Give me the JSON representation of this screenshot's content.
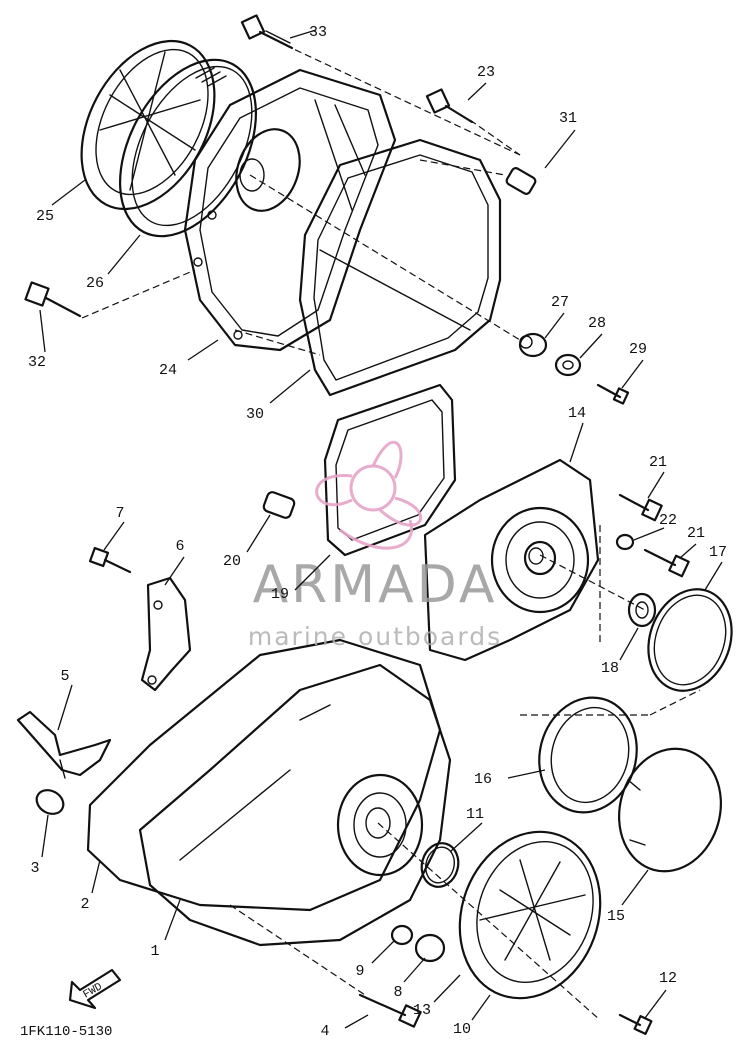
{
  "document_code": "1FK110-5130",
  "direction_arrow_label": "FWD",
  "watermark": {
    "brand": "ARMADA",
    "tagline": "marine outboards",
    "logo_color": "#e7a3c6"
  },
  "parts": [
    {
      "num": "1"
    },
    {
      "num": "2"
    },
    {
      "num": "3"
    },
    {
      "num": "4"
    },
    {
      "num": "5"
    },
    {
      "num": "6"
    },
    {
      "num": "7"
    },
    {
      "num": "8"
    },
    {
      "num": "9"
    },
    {
      "num": "10"
    },
    {
      "num": "11"
    },
    {
      "num": "12"
    },
    {
      "num": "13"
    },
    {
      "num": "14"
    },
    {
      "num": "15"
    },
    {
      "num": "16"
    },
    {
      "num": "17"
    },
    {
      "num": "18"
    },
    {
      "num": "19"
    },
    {
      "num": "20"
    },
    {
      "num": "21"
    },
    {
      "num": "21"
    },
    {
      "num": "22"
    },
    {
      "num": "23"
    },
    {
      "num": "24"
    },
    {
      "num": "25"
    },
    {
      "num": "26"
    },
    {
      "num": "27"
    },
    {
      "num": "28"
    },
    {
      "num": "29"
    },
    {
      "num": "30"
    },
    {
      "num": "31"
    },
    {
      "num": "32"
    },
    {
      "num": "33"
    }
  ]
}
